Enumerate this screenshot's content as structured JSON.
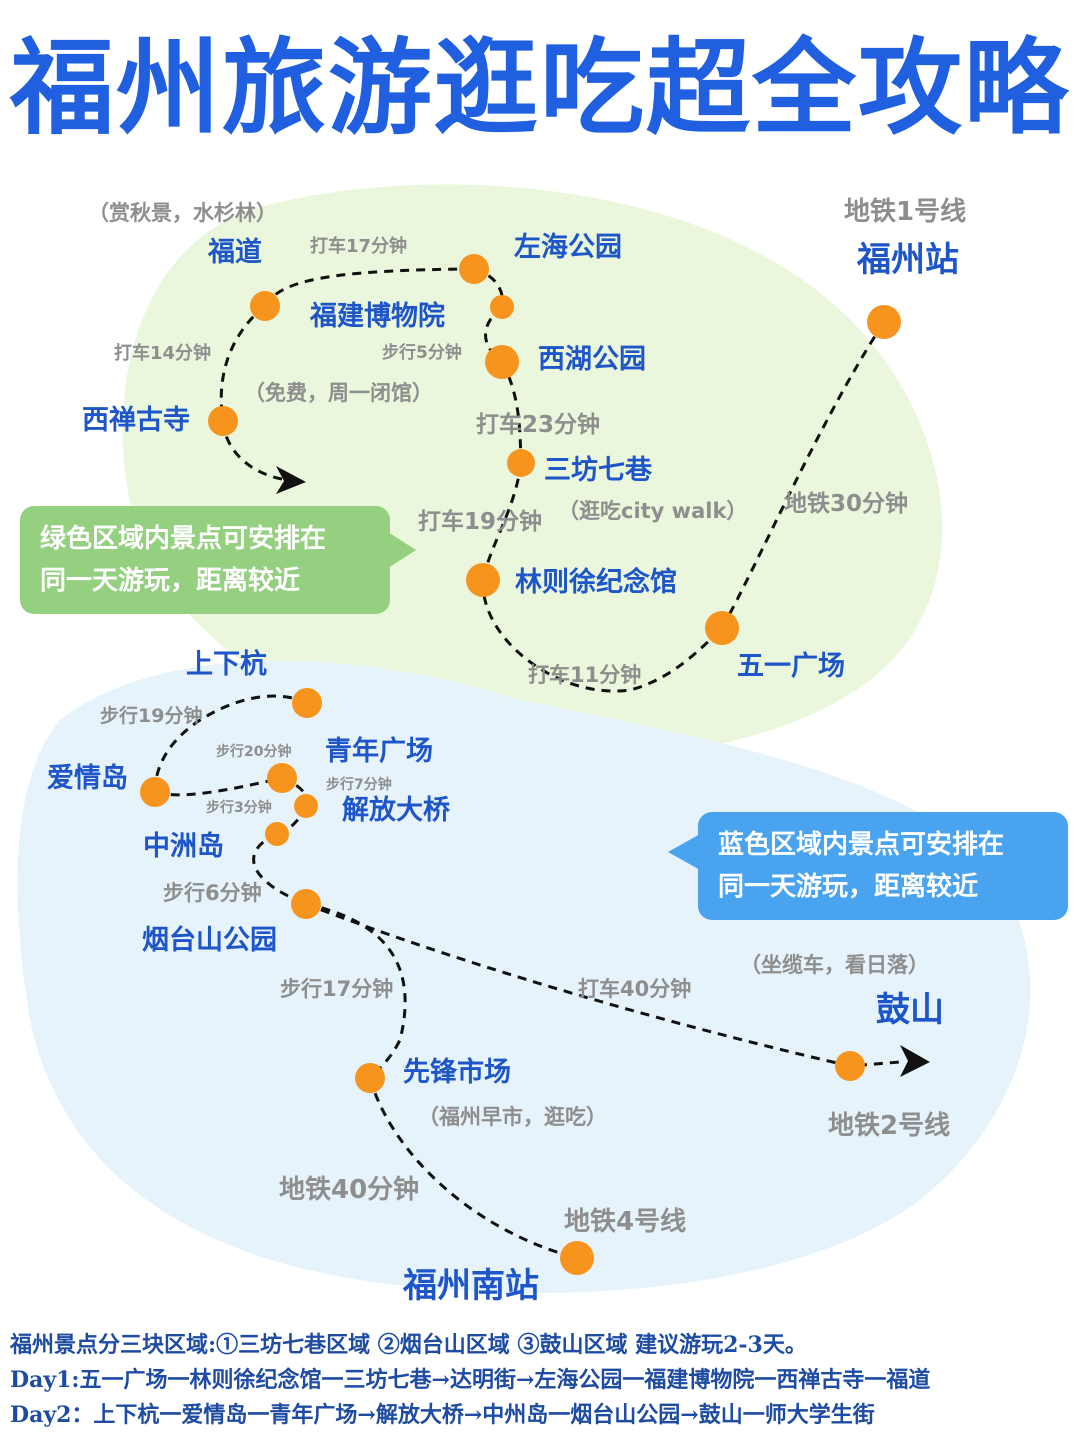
{
  "title": "福州旅游逛吃超全攻略",
  "places": {
    "fudao": "福道",
    "zuohai": "左海公园",
    "museum": "福建博物院",
    "xihu": "西湖公园",
    "xichan": "西禅古寺",
    "sanfang": "三坊七巷",
    "linzexu": "林则徐纪念馆",
    "wuyi": "五一广场",
    "fuzhou_station": "福州站",
    "shangxiahang": "上下杭",
    "aiqingdao": "爱情岛",
    "qingnian": "青年广场",
    "jiefang": "解放大桥",
    "zhongzhou": "中洲岛",
    "yantaishan": "烟台山公园",
    "xianfeng": "先锋市场",
    "gushan": "鼓山",
    "fuzhou_south": "福州南站"
  },
  "notes": {
    "autumn": "（赏秋景，水杉林）",
    "free": "（免费，周一闭馆）",
    "citywalk": "（逛吃city walk）",
    "cable": "（坐缆车，看日落）",
    "market": "（福州早市，逛吃）",
    "metro1": "地铁1号线",
    "metro2": "地铁2号线",
    "metro4": "地铁4号线"
  },
  "routes": {
    "taxi17": "打车17分钟",
    "taxi14": "打车14分钟",
    "walk5": "步行5分钟",
    "taxi23": "打车23分钟",
    "taxi19": "打车19分钟",
    "metro30": "地铁30分钟",
    "taxi11": "打车11分钟",
    "walk19": "步行19分钟",
    "walk20": "步行20分钟",
    "walk7": "步行7分钟",
    "walk3": "步行3分钟",
    "walk6": "步行6分钟",
    "walk17": "步行17分钟",
    "taxi40": "打车40分钟",
    "metro40": "地铁40分钟"
  },
  "bubbles": {
    "green_line1": "绿色区域内景点可安排在",
    "green_line2": "同一天游玩，距离较近",
    "blue_line1": "蓝色区域内景点可安排在",
    "blue_line2": "同一天游玩，距离较近"
  },
  "footer": {
    "line1": "福州景点分三块区域:①三坊七巷区域 ②烟台山区域 ③鼓山区域  建议游玩2-3天。",
    "line2": "Day1:五一广场一林则徐纪念馆一三坊七巷→达明街→左海公园一福建博物院一西禅古寺一福道",
    "line3": "Day2：上下杭一爱情岛一青年广场→解放大桥→中州岛一烟台山公园→鼓山一师大学生街"
  },
  "colors": {
    "title": "#1f5fe0",
    "place": "#1e56c9",
    "dot": "#f7941d",
    "green_zone": "#eaf7dc",
    "blue_zone": "#e6f3fb",
    "green_bubble": "#95d080",
    "blue_bubble": "#4aa3ee"
  }
}
